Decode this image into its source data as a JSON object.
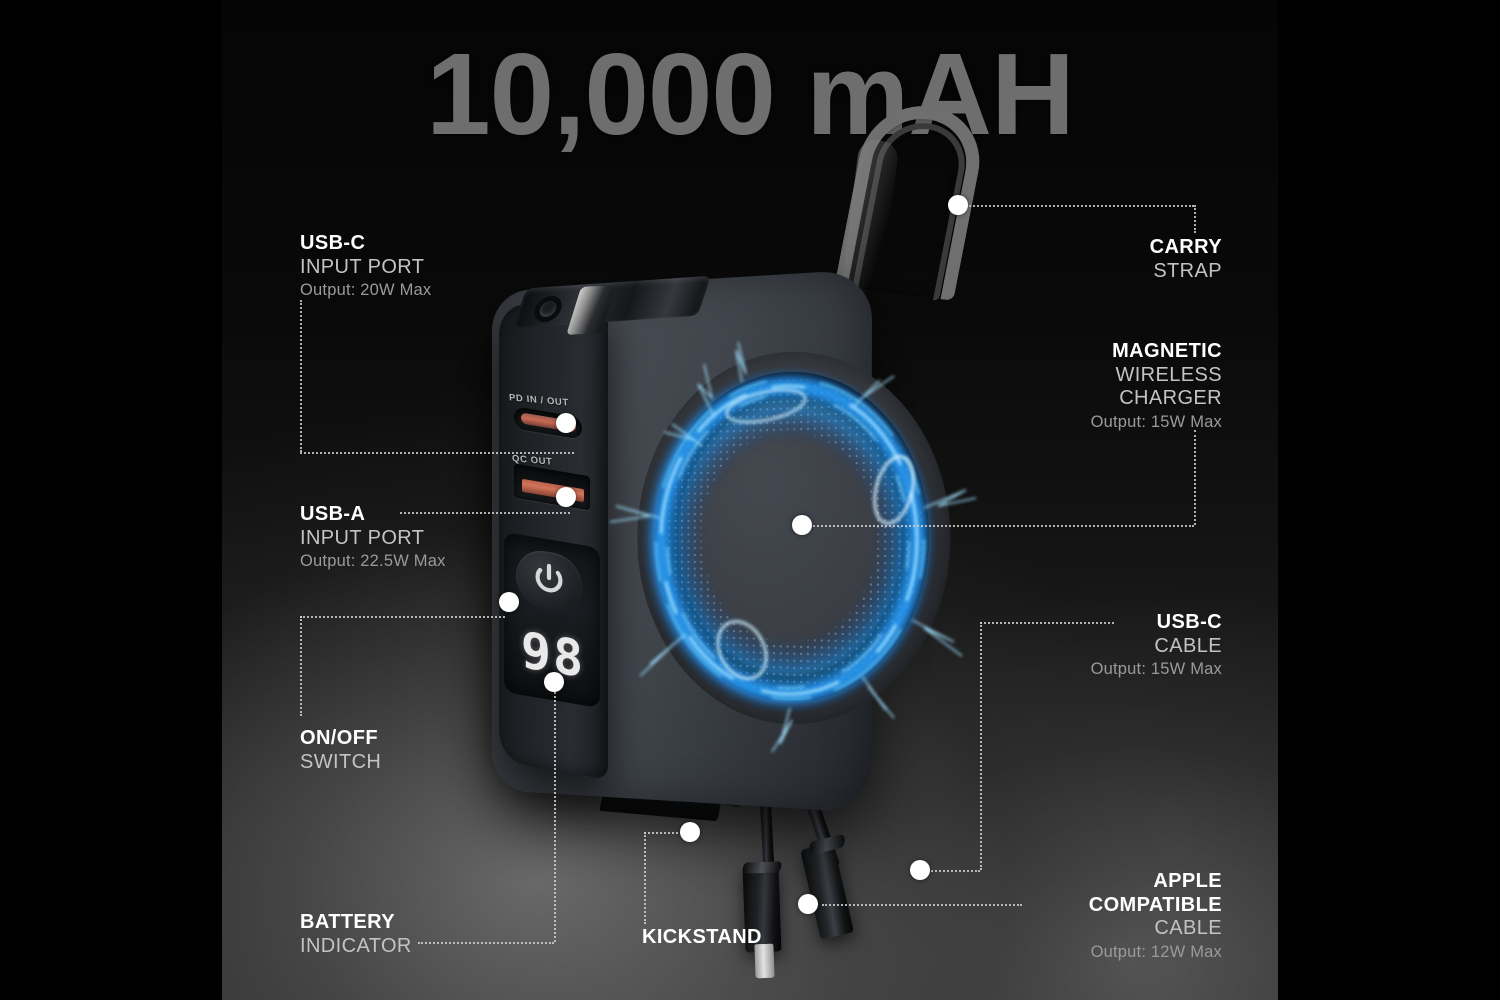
{
  "title": "10,000 mAH",
  "product": {
    "port_labels": {
      "usb_c": "PD IN / OUT",
      "usb_a": "QC OUT"
    },
    "battery_display": "98",
    "power_icon": "power-icon"
  },
  "callouts": [
    {
      "id": "usb-c-input",
      "headline": "USB-C",
      "subline": "INPUT PORT",
      "output": "Output: 20W Max",
      "align": "left"
    },
    {
      "id": "usb-a-input",
      "headline": "USB-A",
      "subline": "INPUT PORT",
      "output": "Output: 22.5W Max",
      "align": "left"
    },
    {
      "id": "on-off-switch",
      "headline": "ON/OFF",
      "subline": "SWITCH",
      "output": "",
      "align": "left"
    },
    {
      "id": "battery-indicator",
      "headline": "BATTERY",
      "subline": "INDICATOR",
      "output": "",
      "align": "left"
    },
    {
      "id": "kickstand",
      "headline": "KICKSTAND",
      "subline": "",
      "output": "",
      "align": "left"
    },
    {
      "id": "carry-strap",
      "headline": "CARRY",
      "subline": "STRAP",
      "output": "",
      "align": "right"
    },
    {
      "id": "magnetic-wireless-charger",
      "headline": "MAGNETIC",
      "subline": "WIRELESS",
      "subline2": "CHARGER",
      "output": "Output: 15W Max",
      "align": "right"
    },
    {
      "id": "usb-c-cable",
      "headline": "USB-C",
      "subline": "CABLE",
      "output": "Output: 15W Max",
      "align": "right"
    },
    {
      "id": "apple-compatible-cable",
      "headline": "APPLE",
      "headline2": "COMPATIBLE",
      "subline": "CABLE",
      "output": "Output: 12W Max",
      "align": "right"
    }
  ],
  "colors": {
    "title": "#6e6e6e",
    "headline": "#ffffff",
    "subline": "#c3c3c3",
    "output": "#9a9a9a",
    "leader": "#cfcfcf",
    "marker": "#ffffff",
    "energy_blue": "#1e9bff",
    "background": "#0a0a0a"
  }
}
